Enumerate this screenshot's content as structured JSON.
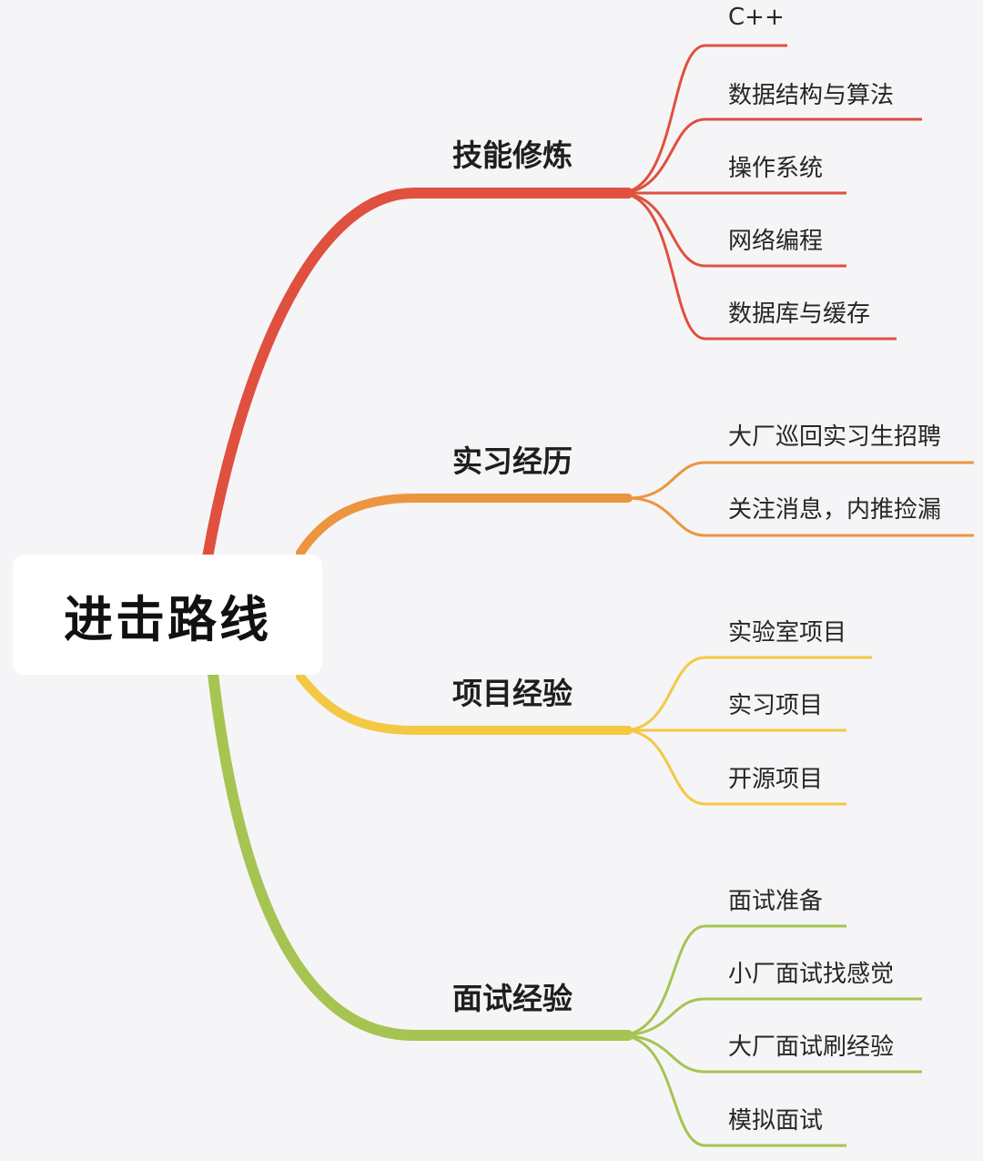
{
  "root": {
    "label": "进击路线"
  },
  "branches": [
    {
      "label": "技能修炼",
      "color": "#e0503f",
      "children": [
        "C++",
        "数据结构与算法",
        "操作系统",
        "网络编程",
        "数据库与缓存"
      ]
    },
    {
      "label": "实习经历",
      "color": "#ec9540",
      "children": [
        "大厂巡回实习生招聘",
        "关注消息，内推捡漏"
      ]
    },
    {
      "label": "项目经验",
      "color": "#f4c844",
      "children": [
        "实验室项目",
        "实习项目",
        "开源项目"
      ]
    },
    {
      "label": "面试经验",
      "color": "#a5c452",
      "children": [
        "面试准备",
        "小厂面试找感觉",
        "大厂面试刷经验",
        "模拟面试"
      ]
    }
  ]
}
